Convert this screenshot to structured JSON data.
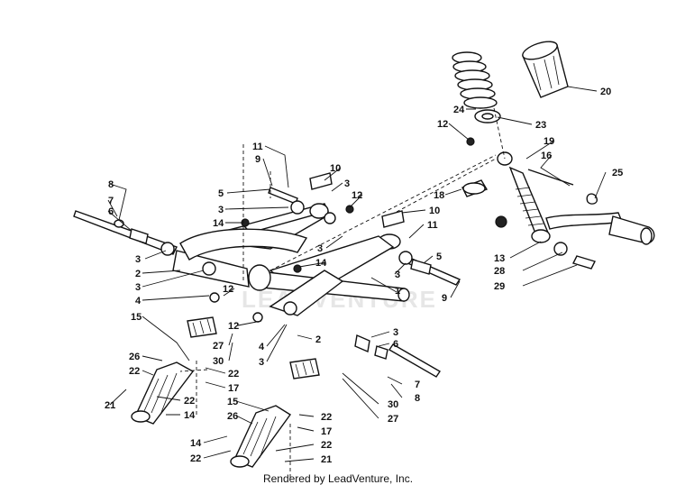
{
  "diagram": {
    "watermark": "LEADVENTURE",
    "credit": "Rendered by LeadVenture, Inc.",
    "callouts": [
      {
        "id": "c20",
        "text": "20"
      },
      {
        "id": "c24",
        "text": "24"
      },
      {
        "id": "c23",
        "text": "23"
      },
      {
        "id": "c12a",
        "text": "12"
      },
      {
        "id": "c19",
        "text": "19"
      },
      {
        "id": "c16",
        "text": "16"
      },
      {
        "id": "c25",
        "text": "25"
      },
      {
        "id": "c18",
        "text": "18"
      },
      {
        "id": "c11a",
        "text": "11"
      },
      {
        "id": "c9a",
        "text": "9"
      },
      {
        "id": "c10a",
        "text": "10"
      },
      {
        "id": "c3a",
        "text": "3"
      },
      {
        "id": "c12b",
        "text": "12"
      },
      {
        "id": "c5a",
        "text": "5"
      },
      {
        "id": "c3b",
        "text": "3"
      },
      {
        "id": "c14a",
        "text": "14"
      },
      {
        "id": "c8a",
        "text": "8"
      },
      {
        "id": "c7a",
        "text": "7"
      },
      {
        "id": "c6a",
        "text": "6"
      },
      {
        "id": "c10b",
        "text": "10"
      },
      {
        "id": "c11b",
        "text": "11"
      },
      {
        "id": "c3c",
        "text": "3"
      },
      {
        "id": "c14b",
        "text": "14"
      },
      {
        "id": "c3d",
        "text": "3"
      },
      {
        "id": "c2a",
        "text": "2"
      },
      {
        "id": "c3e",
        "text": "3"
      },
      {
        "id": "c5b",
        "text": "5"
      },
      {
        "id": "c3f",
        "text": "3"
      },
      {
        "id": "c1",
        "text": "1"
      },
      {
        "id": "c9b",
        "text": "9"
      },
      {
        "id": "c13",
        "text": "13"
      },
      {
        "id": "c28",
        "text": "28"
      },
      {
        "id": "c29",
        "text": "29"
      },
      {
        "id": "c4a",
        "text": "4"
      },
      {
        "id": "c12c",
        "text": "12"
      },
      {
        "id": "c15a",
        "text": "15"
      },
      {
        "id": "c12d",
        "text": "12"
      },
      {
        "id": "c27a",
        "text": "27"
      },
      {
        "id": "c30a",
        "text": "30"
      },
      {
        "id": "c4b",
        "text": "4"
      },
      {
        "id": "c3g",
        "text": "3"
      },
      {
        "id": "c2b",
        "text": "2"
      },
      {
        "id": "c3h",
        "text": "3"
      },
      {
        "id": "c6b",
        "text": "6"
      },
      {
        "id": "c26a",
        "text": "26"
      },
      {
        "id": "c22a",
        "text": "22"
      },
      {
        "id": "c22b",
        "text": "22"
      },
      {
        "id": "c17a",
        "text": "17"
      },
      {
        "id": "c7b",
        "text": "7"
      },
      {
        "id": "c8b",
        "text": "8"
      },
      {
        "id": "c21a",
        "text": "21"
      },
      {
        "id": "c22c",
        "text": "22"
      },
      {
        "id": "c14c",
        "text": "14"
      },
      {
        "id": "c15b",
        "text": "15"
      },
      {
        "id": "c30b",
        "text": "30"
      },
      {
        "id": "c27b",
        "text": "27"
      },
      {
        "id": "c26b",
        "text": "26"
      },
      {
        "id": "c22d",
        "text": "22"
      },
      {
        "id": "c17b",
        "text": "17"
      },
      {
        "id": "c14d",
        "text": "14"
      },
      {
        "id": "c22e",
        "text": "22"
      },
      {
        "id": "c22f",
        "text": "22"
      },
      {
        "id": "c21b",
        "text": "21"
      }
    ]
  }
}
